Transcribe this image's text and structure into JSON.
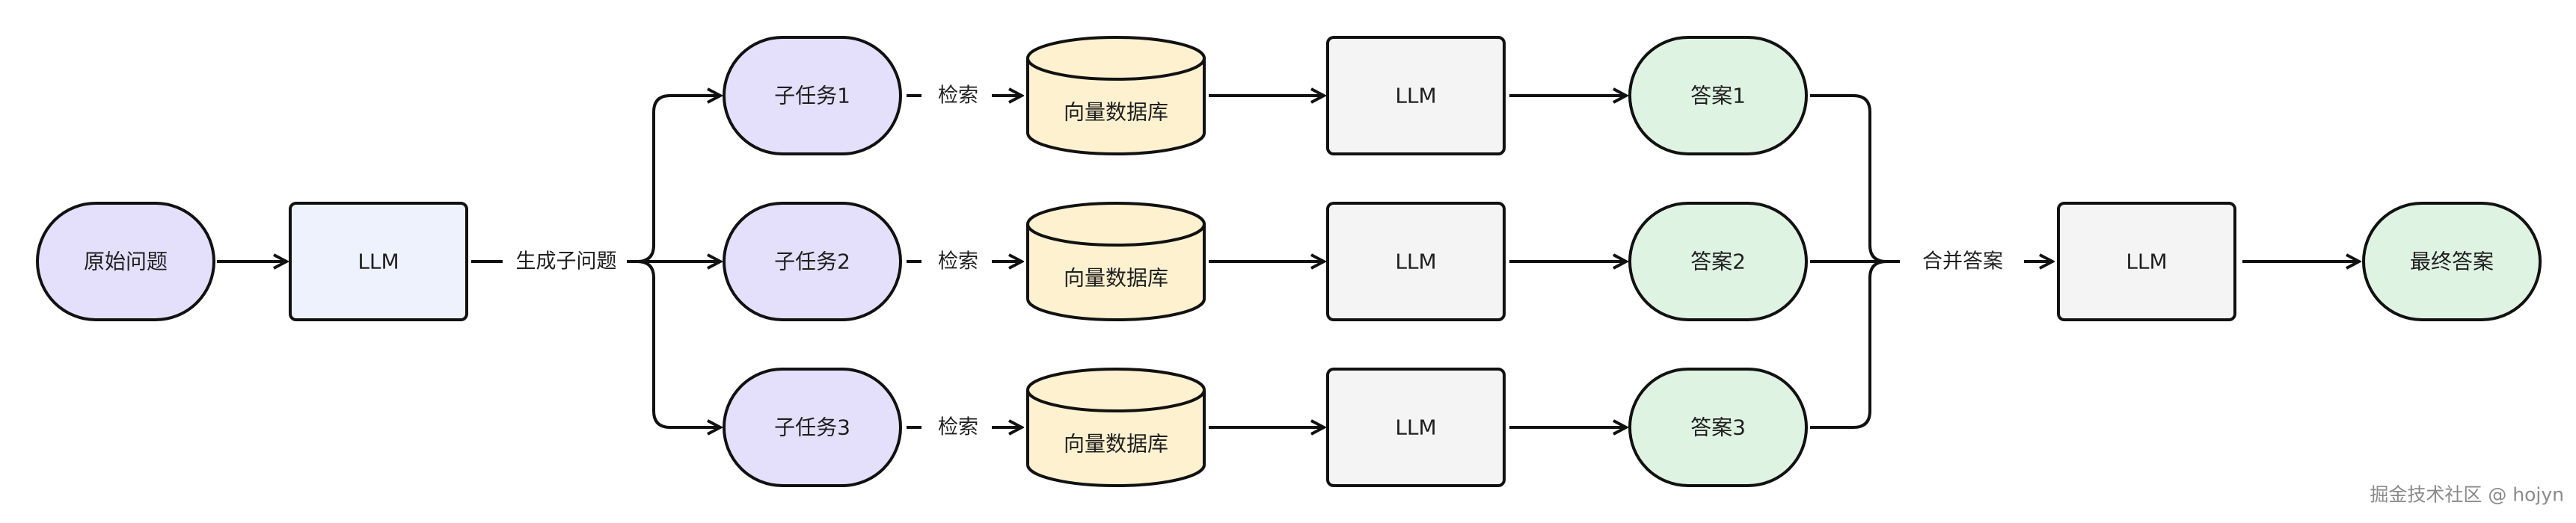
{
  "colors": {
    "question_fill": "#e4e0fb",
    "llm_first_fill": "#eef2fc",
    "llm_fill": "#f4f4f4",
    "subtask_fill": "#e4e0fb",
    "db_fill": "#fdf1d0",
    "answer_fill": "#dff3e2",
    "stroke": "#111111"
  },
  "nodes": {
    "original_question": "原始问题",
    "llm_main": "LLM",
    "subtask_1": "子任务1",
    "subtask_2": "子任务2",
    "subtask_3": "子任务3",
    "vector_db_1": "向量数据库",
    "vector_db_2": "向量数据库",
    "vector_db_3": "向量数据库",
    "llm_1": "LLM",
    "llm_2": "LLM",
    "llm_3": "LLM",
    "answer_1": "答案1",
    "answer_2": "答案2",
    "answer_3": "答案3",
    "llm_final": "LLM",
    "final_answer": "最终答案"
  },
  "edge_labels": {
    "generate_subquestions": "生成子问题",
    "retrieve_1": "检索",
    "retrieve_2": "检索",
    "retrieve_3": "检索",
    "merge_answers": "合并答案"
  },
  "watermark": "掘金技术社区 @ hojyn"
}
